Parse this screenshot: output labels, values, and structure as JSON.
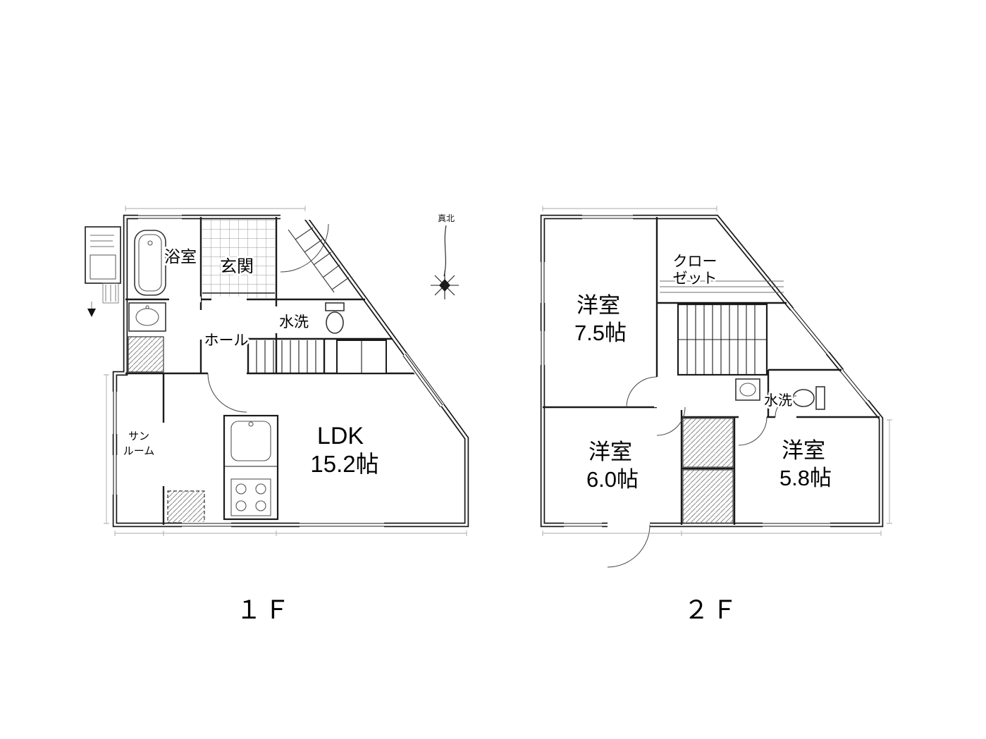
{
  "colors": {
    "line": "#1b1b1b",
    "background": "#ffffff"
  },
  "floor1": {
    "name": "１Ｆ",
    "labels": {
      "bath": "浴室",
      "entrance": "玄関",
      "toilet": "水洗",
      "hall": "ホール",
      "sunroom_line1": "サン",
      "sunroom_line2": "ルーム",
      "ldk_line1": "LDK",
      "ldk_line2": "15.2帖"
    }
  },
  "floor2": {
    "name": "２Ｆ",
    "labels": {
      "room_a_line1": "洋室",
      "room_a_line2": "7.5帖",
      "closet_line1": "クロー",
      "closet_line2": "ゼット",
      "toilet": "水洗",
      "room_b_line1": "洋室",
      "room_b_line2": "6.0帖",
      "room_c_line1": "洋室",
      "room_c_line2": "5.8帖"
    }
  },
  "compass": {
    "label": "真北"
  }
}
